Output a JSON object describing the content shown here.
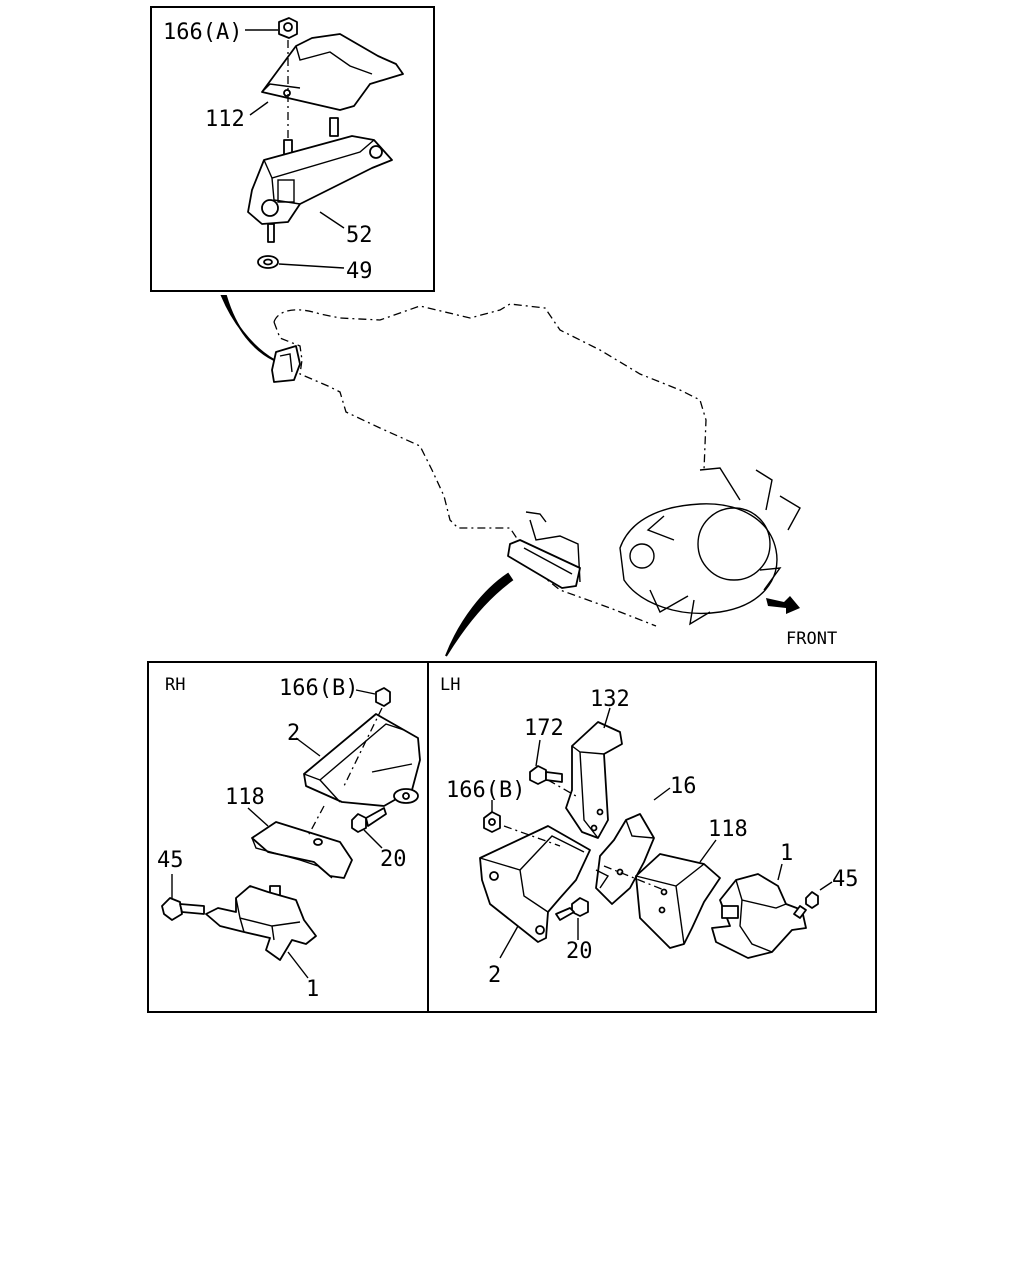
{
  "colors": {
    "ink": "#000000",
    "background": "#ffffff"
  },
  "top_inset": {
    "callouts": {
      "nut_a": "166(A)",
      "heat_shield": "112",
      "mount": "52",
      "nut": "49"
    }
  },
  "engine": {
    "front_label": "FRONT"
  },
  "rh_panel": {
    "side_label": "RH",
    "callouts": {
      "nut_b": "166(B)",
      "bracket": "2",
      "heat_shield": "118",
      "bolt_20": "20",
      "bolt_45": "45",
      "mount": "1"
    }
  },
  "lh_panel": {
    "side_label": "LH",
    "callouts": {
      "bracket_132": "132",
      "bolt_172": "172",
      "nut_b": "166(B)",
      "plate_16": "16",
      "heat_shield": "118",
      "mount": "1",
      "bolt_45": "45",
      "bolt_20": "20",
      "bracket": "2"
    }
  }
}
